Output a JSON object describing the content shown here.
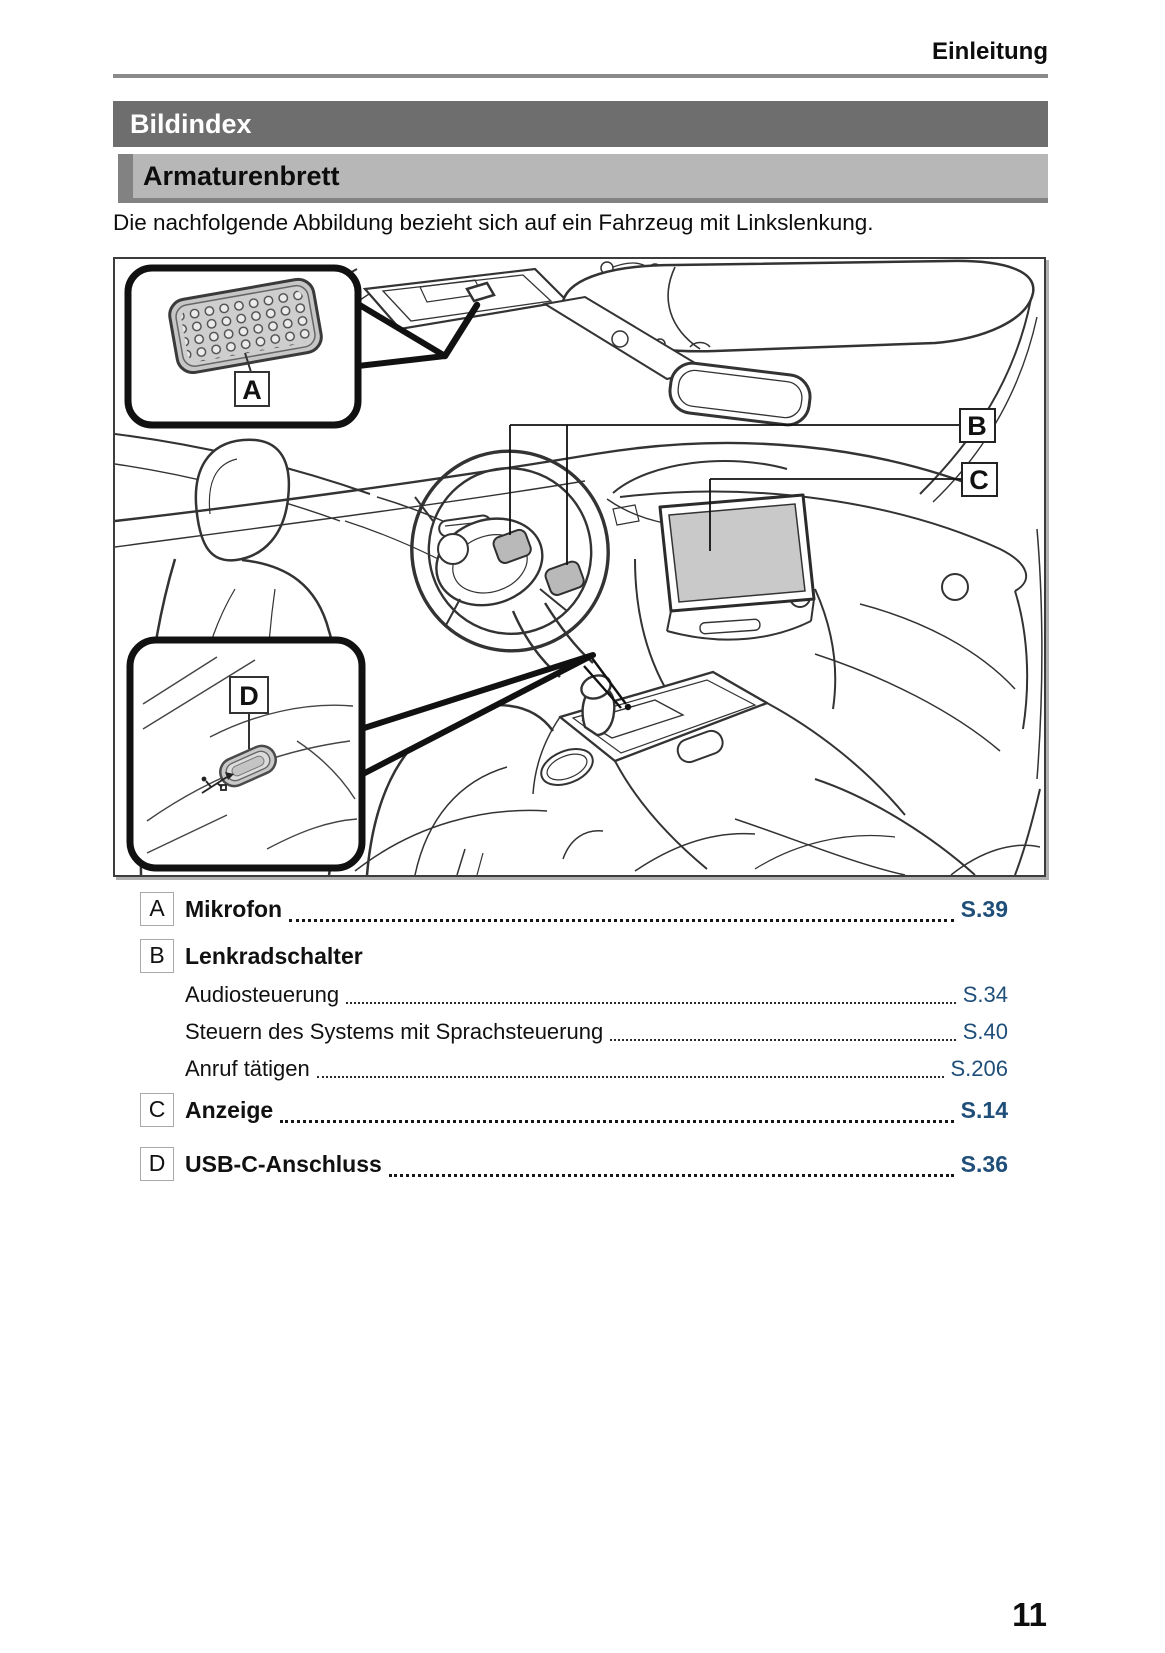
{
  "page": {
    "header": "Einleitung",
    "page_number": "11"
  },
  "section": {
    "title": "Bildindex"
  },
  "subsection": {
    "title": "Armaturenbrett"
  },
  "intro": "Die nachfolgende Abbildung bezieht sich auf ein Fahrzeug mit Linkslenkung.",
  "figure": {
    "labels": {
      "a": "A",
      "b": "B",
      "c": "C",
      "d": "D"
    }
  },
  "index": {
    "items": [
      {
        "letter": "A",
        "label": "Mikrofon",
        "page": "S.39"
      },
      {
        "letter": "B",
        "label": "Lenkradschalter",
        "page": "",
        "children": [
          {
            "label": "Audiosteuerung",
            "page": "S.34"
          },
          {
            "label": "Steuern des Systems mit Sprachsteuerung",
            "page": "S.40"
          },
          {
            "label": "Anruf tätigen",
            "page": "S.206"
          }
        ]
      },
      {
        "letter": "C",
        "label": "Anzeige",
        "page": "S.14"
      },
      {
        "letter": "D",
        "label": "USB-C-Anschluss",
        "page": "S.36"
      }
    ]
  },
  "colors": {
    "accent_blue": "#1f4e79",
    "banner_dark": "#6e6e6e",
    "banner_light": "#b7b7b7",
    "illustration_gray": "#c6c6c6"
  }
}
